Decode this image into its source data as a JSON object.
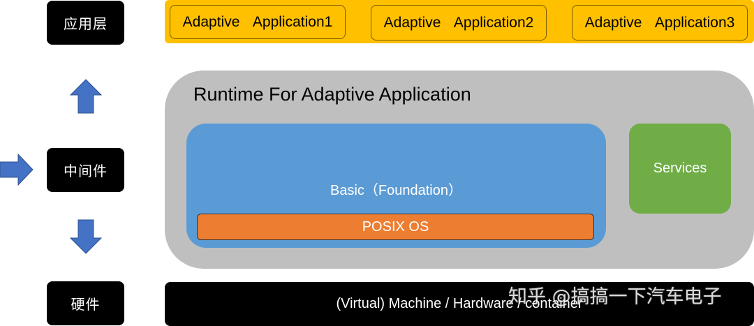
{
  "layers": {
    "app": "应用层",
    "middleware": "中间件",
    "hardware": "硬件"
  },
  "applications": [
    "Adaptive  Application1",
    "Adaptive  Application2",
    "Adaptive  Application3"
  ],
  "runtime": {
    "title": "Runtime For Adaptive Application",
    "basic": "Basic（Foundation）",
    "posix": "POSIX OS",
    "services": "Services"
  },
  "hardware_band": "(Virtual) Machine / Hardware / container",
  "watermark": "知乎 @搞搞一下汽车电子",
  "colors": {
    "app_band": "#FFC000",
    "runtime": "#BFBFBF",
    "basic": "#5B9BD5",
    "posix": "#ED7D31",
    "services": "#70AD47",
    "arrow": "#4472C4",
    "label_bg": "#000000"
  },
  "icons": [
    "arrow-up-icon",
    "arrow-right-icon",
    "arrow-down-icon"
  ]
}
